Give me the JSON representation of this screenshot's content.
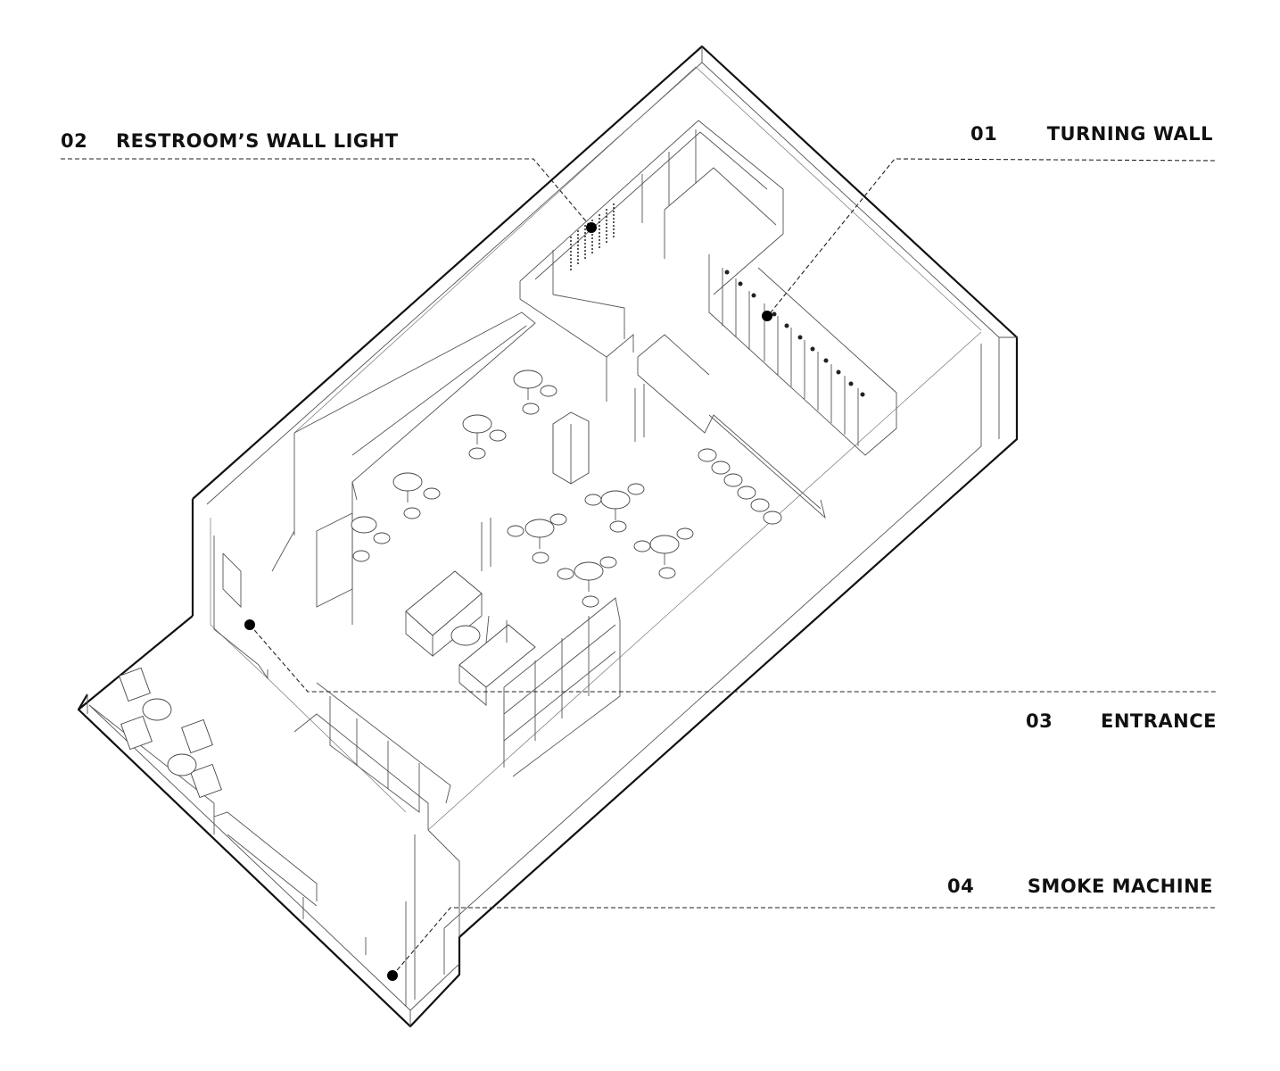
{
  "callouts": [
    {
      "id": "01",
      "number": "01",
      "title": "TURNING WALL"
    },
    {
      "id": "02",
      "number": "02",
      "title": "RESTROOM’S WALL LIGHT"
    },
    {
      "id": "03",
      "number": "03",
      "title": "ENTRANCE"
    },
    {
      "id": "04",
      "number": "04",
      "title": "SMOKE MACHINE"
    }
  ],
  "colors": {
    "line": "#111111",
    "background": "#ffffff",
    "marker": "#000000"
  }
}
